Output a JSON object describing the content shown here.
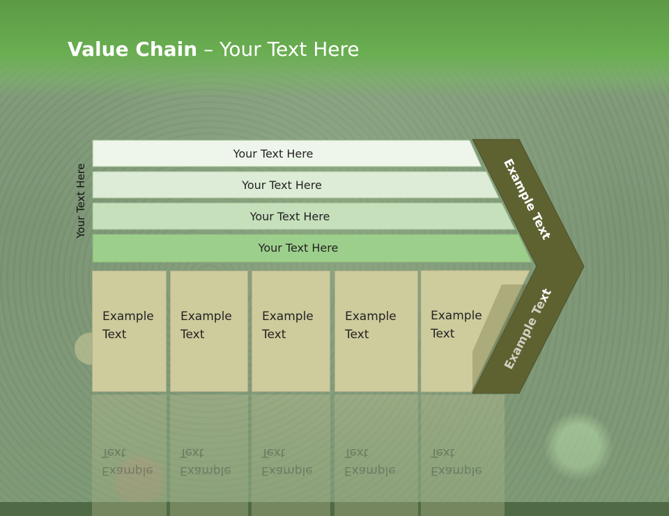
{
  "title": {
    "bold": "Value Chain",
    "rest": " – Your Text Here"
  },
  "side_label": "Your Text Here",
  "rows": [
    {
      "label": "Your Text Here",
      "color": "#eef5ea"
    },
    {
      "label": "Your Text Here",
      "color": "#ddecd6"
    },
    {
      "label": "Your Text Here",
      "color": "#c6e0bb"
    },
    {
      "label": "Your Text Here",
      "color": "#9dcf8c"
    }
  ],
  "cells": [
    {
      "line1": "Example",
      "line2": "Text"
    },
    {
      "line1": "Example",
      "line2": "Text"
    },
    {
      "line1": "Example",
      "line2": "Text"
    },
    {
      "line1": "Example",
      "line2": "Text"
    },
    {
      "line1": "Example",
      "line2": "Text"
    }
  ],
  "chevron": {
    "upper_label": "Example Text",
    "lower_label": "Example Text",
    "color": "#5e6231"
  }
}
